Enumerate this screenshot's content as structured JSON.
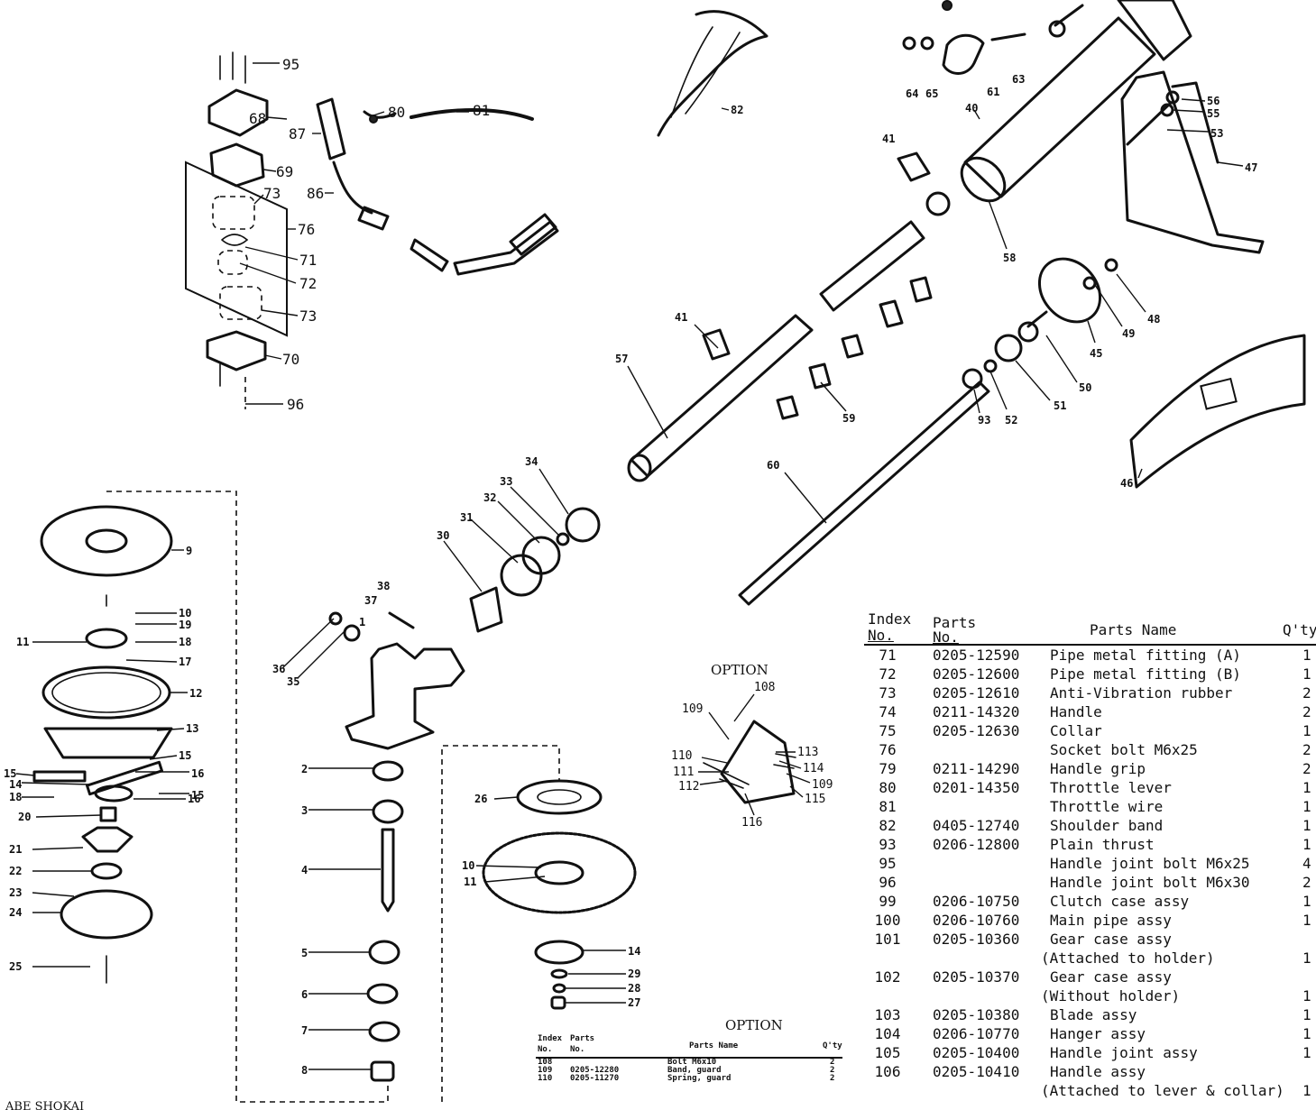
{
  "callouts": {
    "c95": "95",
    "c68": "68",
    "c69": "69",
    "c73a": "73",
    "c76": "76",
    "c71": "71",
    "c72": "72",
    "c73b": "73",
    "c70": "70",
    "c96": "96",
    "c87": "87",
    "c86": "86",
    "c80": "80",
    "c81": "81",
    "c82": "82",
    "c64": "64",
    "c65": "65",
    "c61": "61",
    "c63": "63",
    "c40": "40",
    "c41a": "41",
    "c58": "58",
    "c56": "56",
    "c55": "55",
    "c53": "53",
    "c47": "47",
    "c41b": "41",
    "c57": "57",
    "c59": "59",
    "c60": "60",
    "c45": "45",
    "c48": "48",
    "c49": "49",
    "c50": "50",
    "c51": "51",
    "c52": "52",
    "c93": "93",
    "c46": "46",
    "c34": "34",
    "c33": "33",
    "c32": "32",
    "c31": "31",
    "c30": "30",
    "c38": "38",
    "c37": "37",
    "c36": "36",
    "c35": "35",
    "c1": "1",
    "c2": "2",
    "c3": "3",
    "c4": "4",
    "c5": "5",
    "c6": "6",
    "c7": "7",
    "c8": "8",
    "c9": "9",
    "c10a": "10",
    "c19": "19",
    "c18": "18",
    "c11a": "11",
    "c17": "17",
    "c12": "12",
    "c13": "13",
    "c15a": "15",
    "c15b": "15",
    "c15c": "15",
    "c14a": "14",
    "c16a": "16",
    "c16b": "16",
    "c18b": "18",
    "c20": "20",
    "c21": "21",
    "c22": "22",
    "c23": "23",
    "c24": "24",
    "c25": "25",
    "c26": "26",
    "c10b": "10",
    "c11b": "11",
    "c14b": "14",
    "c29": "29",
    "c28": "28",
    "c27": "27",
    "c108": "108",
    "c109a": "109",
    "c110": "110",
    "c111": "111",
    "c112": "112",
    "c113": "113",
    "c114": "114",
    "c109b": "109",
    "c115": "115",
    "c116": "116"
  },
  "captions": {
    "option_top": "OPTION",
    "option_bottom": "OPTION",
    "brand": "ABE SHOKAI"
  },
  "parts_table": {
    "headers": {
      "index": "Index",
      "index2": "No.",
      "parts": "Parts",
      "parts2": "No.",
      "name": "Parts Name",
      "qty": "Q'ty"
    },
    "rows": [
      {
        "idx": "71",
        "no": "0205-12590",
        "name": "Pipe metal fitting (A)",
        "qty": "1"
      },
      {
        "idx": "72",
        "no": "0205-12600",
        "name": "Pipe metal fitting (B)",
        "qty": "1"
      },
      {
        "idx": "73",
        "no": "0205-12610",
        "name": "Anti-Vibration rubber",
        "qty": "2"
      },
      {
        "idx": "74",
        "no": "0211-14320",
        "name": "Handle",
        "qty": "2"
      },
      {
        "idx": "75",
        "no": "0205-12630",
        "name": "Collar",
        "qty": "1"
      },
      {
        "idx": "76",
        "no": "",
        "name": "Socket bolt M6x25",
        "qty": "2"
      },
      {
        "idx": "79",
        "no": "0211-14290",
        "name": "Handle grip",
        "qty": "2"
      },
      {
        "idx": "80",
        "no": "0201-14350",
        "name": "Throttle lever",
        "qty": "1"
      },
      {
        "idx": "81",
        "no": "",
        "name": "Throttle wire",
        "qty": "1"
      },
      {
        "idx": "82",
        "no": "0405-12740",
        "name": "Shoulder band",
        "qty": "1"
      },
      {
        "idx": "93",
        "no": "0206-12800",
        "name": "Plain thrust",
        "qty": "1"
      },
      {
        "idx": "95",
        "no": "",
        "name": "Handle joint bolt M6x25",
        "qty": "4"
      },
      {
        "idx": "96",
        "no": "",
        "name": "Handle joint bolt M6x30",
        "qty": "2"
      },
      {
        "idx": "99",
        "no": "0206-10750",
        "name": "Clutch case assy",
        "qty": "1"
      },
      {
        "idx": "100",
        "no": "0206-10760",
        "name": "Main pipe assy",
        "qty": "1"
      },
      {
        "idx": "101",
        "no": "0205-10360",
        "name": "Gear case assy",
        "qty": ""
      },
      {
        "idx": "",
        "no": "",
        "name": "(Attached to holder)",
        "qty": "1",
        "cont": true
      },
      {
        "idx": "102",
        "no": "0205-10370",
        "name": "Gear case assy",
        "qty": ""
      },
      {
        "idx": "",
        "no": "",
        "name": "(Without holder)",
        "qty": "1",
        "cont": true
      },
      {
        "idx": "103",
        "no": "0205-10380",
        "name": "Blade assy",
        "qty": "1"
      },
      {
        "idx": "104",
        "no": "0206-10770",
        "name": "Hanger assy",
        "qty": "1"
      },
      {
        "idx": "105",
        "no": "0205-10400",
        "name": "Handle joint assy",
        "qty": "1"
      },
      {
        "idx": "106",
        "no": "0205-10410",
        "name": "Handle assy",
        "qty": ""
      },
      {
        "idx": "",
        "no": "",
        "name": "(Attached to lever & collar)",
        "qty": "1",
        "cont": true
      }
    ]
  },
  "option_table": {
    "headers": {
      "index": "Index",
      "index2": "No.",
      "parts": "Parts",
      "parts2": "No.",
      "name": "Parts Name",
      "qty": "Q'ty"
    },
    "rows": [
      {
        "idx": "108",
        "no": "",
        "name": "Bolt M6x10",
        "qty": "2"
      },
      {
        "idx": "109",
        "no": "0205-12280",
        "name": "Band, guard",
        "qty": "2"
      },
      {
        "idx": "110",
        "no": "0205-11270",
        "name": "Spring, guard",
        "qty": "2"
      }
    ]
  }
}
